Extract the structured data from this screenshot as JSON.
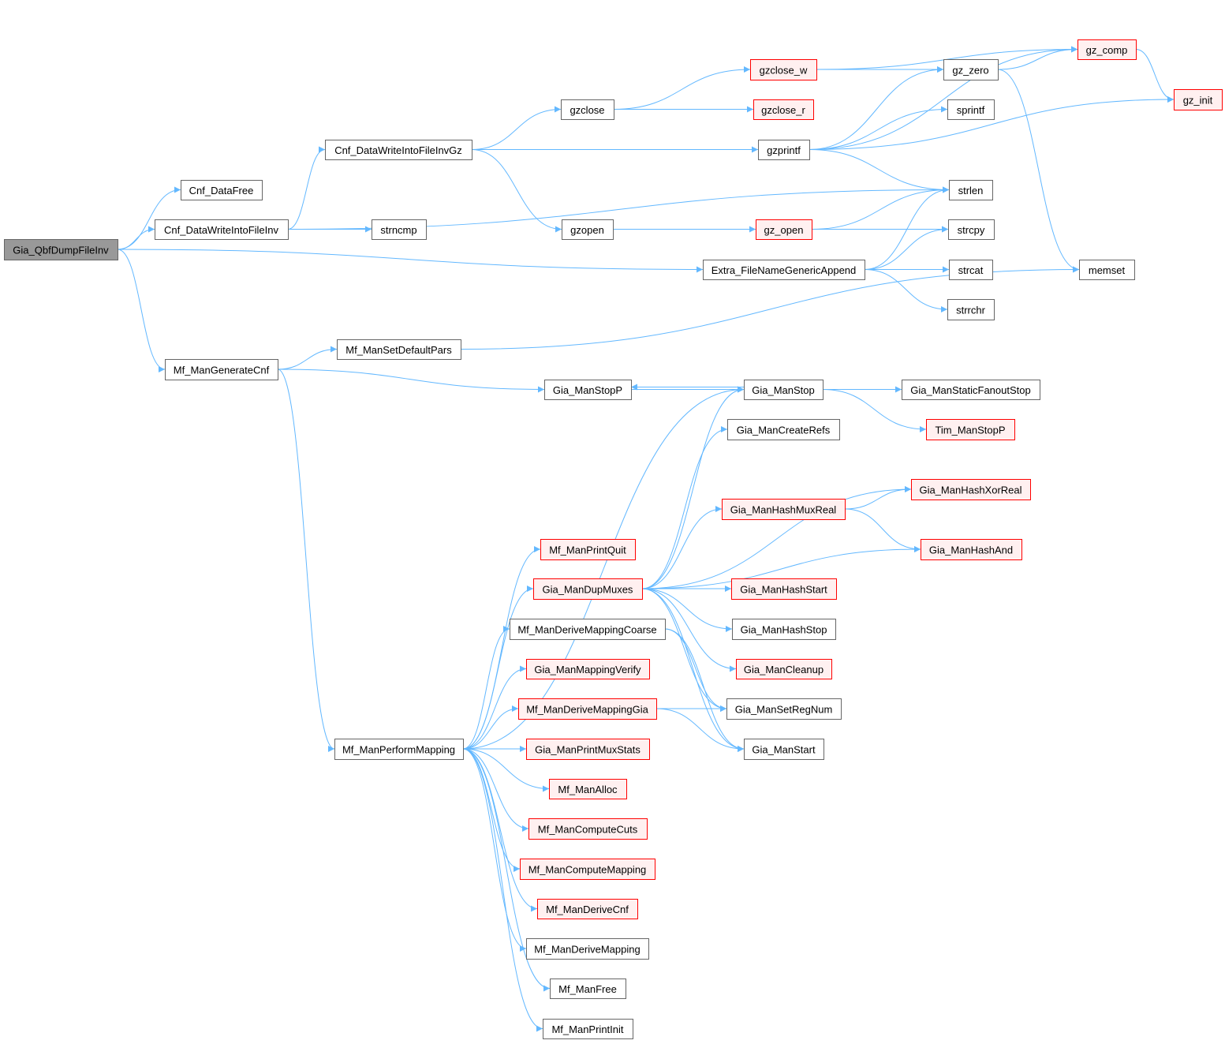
{
  "graph": {
    "type": "call-graph",
    "colors": {
      "edge": "#63b8ff",
      "node_border": "#666666",
      "highlight_border": "#ff0000",
      "highlight_fill": "#fff0f0",
      "root_fill": "#999999"
    },
    "nodes": [
      {
        "id": "Gia_QbfDumpFileInv",
        "label": "Gia_QbfDumpFileInv",
        "style": "root"
      },
      {
        "id": "Cnf_DataFree",
        "label": "Cnf_DataFree",
        "style": "normal"
      },
      {
        "id": "Cnf_DataWriteIntoFileInv",
        "label": "Cnf_DataWriteIntoFileInv",
        "style": "normal"
      },
      {
        "id": "strncmp",
        "label": "strncmp",
        "style": "normal"
      },
      {
        "id": "Mf_ManGenerateCnf",
        "label": "Mf_ManGenerateCnf",
        "style": "normal"
      },
      {
        "id": "Cnf_DataWriteIntoFileInvGz",
        "label": "Cnf_DataWriteIntoFileInvGz",
        "style": "normal"
      },
      {
        "id": "gzclose",
        "label": "gzclose",
        "style": "normal"
      },
      {
        "id": "gzopen",
        "label": "gzopen",
        "style": "normal"
      },
      {
        "id": "Extra_FileNameGenericAppend",
        "label": "Extra_FileNameGenericAppend",
        "style": "normal"
      },
      {
        "id": "Mf_ManSetDefaultPars",
        "label": "Mf_ManSetDefaultPars",
        "style": "normal"
      },
      {
        "id": "Gia_ManStopP",
        "label": "Gia_ManStopP",
        "style": "normal"
      },
      {
        "id": "Mf_ManPerformMapping",
        "label": "Mf_ManPerformMapping",
        "style": "normal"
      },
      {
        "id": "gzclose_w",
        "label": "gzclose_w",
        "style": "red"
      },
      {
        "id": "gzclose_r",
        "label": "gzclose_r",
        "style": "red"
      },
      {
        "id": "gzprintf",
        "label": "gzprintf",
        "style": "normal"
      },
      {
        "id": "gz_open",
        "label": "gz_open",
        "style": "red"
      },
      {
        "id": "gz_zero",
        "label": "gz_zero",
        "style": "normal"
      },
      {
        "id": "sprintf",
        "label": "sprintf",
        "style": "normal"
      },
      {
        "id": "strlen",
        "label": "strlen",
        "style": "normal"
      },
      {
        "id": "strcpy",
        "label": "strcpy",
        "style": "normal"
      },
      {
        "id": "strcat",
        "label": "strcat",
        "style": "normal"
      },
      {
        "id": "strrchr",
        "label": "strrchr",
        "style": "normal"
      },
      {
        "id": "gz_comp",
        "label": "gz_comp",
        "style": "red"
      },
      {
        "id": "gz_init",
        "label": "gz_init",
        "style": "red"
      },
      {
        "id": "memset",
        "label": "memset",
        "style": "normal"
      },
      {
        "id": "Gia_ManStop",
        "label": "Gia_ManStop",
        "style": "normal"
      },
      {
        "id": "Gia_ManStaticFanoutStop",
        "label": "Gia_ManStaticFanoutStop",
        "style": "normal"
      },
      {
        "id": "Tim_ManStopP",
        "label": "Tim_ManStopP",
        "style": "red"
      },
      {
        "id": "Gia_ManCreateRefs",
        "label": "Gia_ManCreateRefs",
        "style": "normal"
      },
      {
        "id": "Gia_ManHashXorReal",
        "label": "Gia_ManHashXorReal",
        "style": "red"
      },
      {
        "id": "Gia_ManHashMuxReal",
        "label": "Gia_ManHashMuxReal",
        "style": "red"
      },
      {
        "id": "Gia_ManHashAnd",
        "label": "Gia_ManHashAnd",
        "style": "red"
      },
      {
        "id": "Mf_ManPrintQuit",
        "label": "Mf_ManPrintQuit",
        "style": "red"
      },
      {
        "id": "Gia_ManDupMuxes",
        "label": "Gia_ManDupMuxes",
        "style": "red"
      },
      {
        "id": "Gia_ManHashStart",
        "label": "Gia_ManHashStart",
        "style": "red"
      },
      {
        "id": "Mf_ManDeriveMappingCoarse",
        "label": "Mf_ManDeriveMappingCoarse",
        "style": "normal"
      },
      {
        "id": "Gia_ManHashStop",
        "label": "Gia_ManHashStop",
        "style": "normal"
      },
      {
        "id": "Gia_ManMappingVerify",
        "label": "Gia_ManMappingVerify",
        "style": "red"
      },
      {
        "id": "Gia_ManCleanup",
        "label": "Gia_ManCleanup",
        "style": "red"
      },
      {
        "id": "Mf_ManDeriveMappingGia",
        "label": "Mf_ManDeriveMappingGia",
        "style": "red"
      },
      {
        "id": "Gia_ManSetRegNum",
        "label": "Gia_ManSetRegNum",
        "style": "normal"
      },
      {
        "id": "Gia_ManPrintMuxStats",
        "label": "Gia_ManPrintMuxStats",
        "style": "red"
      },
      {
        "id": "Gia_ManStart",
        "label": "Gia_ManStart",
        "style": "normal"
      },
      {
        "id": "Mf_ManAlloc",
        "label": "Mf_ManAlloc",
        "style": "red"
      },
      {
        "id": "Mf_ManComputeCuts",
        "label": "Mf_ManComputeCuts",
        "style": "red"
      },
      {
        "id": "Mf_ManComputeMapping",
        "label": "Mf_ManComputeMapping",
        "style": "red"
      },
      {
        "id": "Mf_ManDeriveCnf",
        "label": "Mf_ManDeriveCnf",
        "style": "red"
      },
      {
        "id": "Mf_ManDeriveMapping",
        "label": "Mf_ManDeriveMapping",
        "style": "normal"
      },
      {
        "id": "Mf_ManFree",
        "label": "Mf_ManFree",
        "style": "normal"
      },
      {
        "id": "Mf_ManPrintInit",
        "label": "Mf_ManPrintInit",
        "style": "normal"
      }
    ],
    "edges": [
      [
        "Gia_QbfDumpFileInv",
        "Cnf_DataFree"
      ],
      [
        "Gia_QbfDumpFileInv",
        "Cnf_DataWriteIntoFileInv"
      ],
      [
        "Gia_QbfDumpFileInv",
        "Extra_FileNameGenericAppend"
      ],
      [
        "Gia_QbfDumpFileInv",
        "Mf_ManGenerateCnf"
      ],
      [
        "Cnf_DataWriteIntoFileInv",
        "Cnf_DataWriteIntoFileInvGz"
      ],
      [
        "Cnf_DataWriteIntoFileInv",
        "strlen"
      ],
      [
        "Cnf_DataWriteIntoFileInv",
        "strncmp"
      ],
      [
        "Cnf_DataWriteIntoFileInvGz",
        "gzclose"
      ],
      [
        "Cnf_DataWriteIntoFileInvGz",
        "gzprintf"
      ],
      [
        "Cnf_DataWriteIntoFileInvGz",
        "gzopen"
      ],
      [
        "gzclose",
        "gzclose_w"
      ],
      [
        "gzclose",
        "gzclose_r"
      ],
      [
        "gzclose_w",
        "gz_comp"
      ],
      [
        "gzclose_w",
        "gz_zero"
      ],
      [
        "gzprintf",
        "gz_comp"
      ],
      [
        "gzprintf",
        "gz_zero"
      ],
      [
        "gzprintf",
        "sprintf"
      ],
      [
        "gzprintf",
        "gz_init"
      ],
      [
        "gzprintf",
        "strlen"
      ],
      [
        "gz_zero",
        "gz_comp"
      ],
      [
        "gz_zero",
        "memset"
      ],
      [
        "gz_comp",
        "gz_init"
      ],
      [
        "gzopen",
        "gz_open"
      ],
      [
        "gz_open",
        "strlen"
      ],
      [
        "gz_open",
        "strcpy"
      ],
      [
        "Extra_FileNameGenericAppend",
        "strlen"
      ],
      [
        "Extra_FileNameGenericAppend",
        "strcpy"
      ],
      [
        "Extra_FileNameGenericAppend",
        "strcat"
      ],
      [
        "Extra_FileNameGenericAppend",
        "strrchr"
      ],
      [
        "Mf_ManGenerateCnf",
        "Mf_ManSetDefaultPars"
      ],
      [
        "Mf_ManGenerateCnf",
        "Gia_ManStopP"
      ],
      [
        "Mf_ManGenerateCnf",
        "Mf_ManPerformMapping"
      ],
      [
        "Mf_ManSetDefaultPars",
        "memset"
      ],
      [
        "Gia_ManStopP",
        "Gia_ManStop"
      ],
      [
        "Gia_ManStop",
        "Gia_ManStopP"
      ],
      [
        "Gia_ManStop",
        "Gia_ManStaticFanoutStop"
      ],
      [
        "Gia_ManStop",
        "Tim_ManStopP"
      ],
      [
        "Mf_ManPerformMapping",
        "Gia_ManStop"
      ],
      [
        "Mf_ManPerformMapping",
        "Mf_ManPrintQuit"
      ],
      [
        "Mf_ManPerformMapping",
        "Gia_ManDupMuxes"
      ],
      [
        "Mf_ManPerformMapping",
        "Mf_ManDeriveMappingCoarse"
      ],
      [
        "Mf_ManPerformMapping",
        "Gia_ManMappingVerify"
      ],
      [
        "Mf_ManPerformMapping",
        "Mf_ManDeriveMappingGia"
      ],
      [
        "Mf_ManPerformMapping",
        "Gia_ManPrintMuxStats"
      ],
      [
        "Mf_ManPerformMapping",
        "Mf_ManAlloc"
      ],
      [
        "Mf_ManPerformMapping",
        "Mf_ManComputeCuts"
      ],
      [
        "Mf_ManPerformMapping",
        "Mf_ManComputeMapping"
      ],
      [
        "Mf_ManPerformMapping",
        "Mf_ManDeriveCnf"
      ],
      [
        "Mf_ManPerformMapping",
        "Mf_ManDeriveMapping"
      ],
      [
        "Mf_ManPerformMapping",
        "Mf_ManFree"
      ],
      [
        "Mf_ManPerformMapping",
        "Mf_ManPrintInit"
      ],
      [
        "Gia_ManDupMuxes",
        "Gia_ManStop"
      ],
      [
        "Gia_ManDupMuxes",
        "Gia_ManCreateRefs"
      ],
      [
        "Gia_ManDupMuxes",
        "Gia_ManHashXorReal"
      ],
      [
        "Gia_ManDupMuxes",
        "Gia_ManHashMuxReal"
      ],
      [
        "Gia_ManDupMuxes",
        "Gia_ManHashAnd"
      ],
      [
        "Gia_ManDupMuxes",
        "Gia_ManHashStart"
      ],
      [
        "Gia_ManDupMuxes",
        "Gia_ManHashStop"
      ],
      [
        "Gia_ManDupMuxes",
        "Gia_ManCleanup"
      ],
      [
        "Gia_ManDupMuxes",
        "Gia_ManSetRegNum"
      ],
      [
        "Gia_ManDupMuxes",
        "Gia_ManStart"
      ],
      [
        "Gia_ManHashMuxReal",
        "Gia_ManHashXorReal"
      ],
      [
        "Gia_ManHashMuxReal",
        "Gia_ManHashAnd"
      ],
      [
        "Mf_ManDeriveMappingCoarse",
        "Gia_ManSetRegNum"
      ],
      [
        "Mf_ManDeriveMappingCoarse",
        "Gia_ManStart"
      ],
      [
        "Mf_ManDeriveMappingGia",
        "Gia_ManSetRegNum"
      ],
      [
        "Mf_ManDeriveMappingGia",
        "Gia_ManStart"
      ]
    ]
  }
}
